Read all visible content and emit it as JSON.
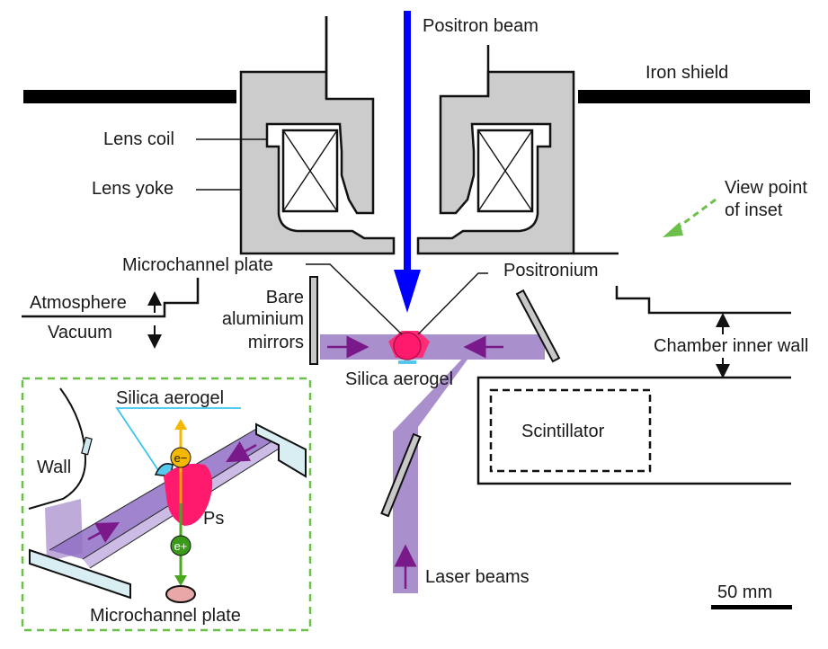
{
  "diagram": {
    "title": "Positronium laser cooling experimental setup",
    "labels": {
      "positron_beam": "Positron beam",
      "iron_shield": "Iron shield",
      "lens_coil": "Lens coil",
      "lens_yoke": "Lens yoke",
      "view_point": [
        "View point",
        "of inset"
      ],
      "microchannel_plate": "Microchannel plate",
      "positronium": "Positronium",
      "atmosphere": "Atmosphere",
      "vacuum": "Vacuum",
      "bare_mirrors": [
        "Bare",
        "aluminium",
        "mirrors"
      ],
      "chamber_inner_wall": "Chamber inner wall",
      "silica_aerogel": "Silica aerogel",
      "scintillator": "Scintillator",
      "laser_beams": "Laser beams",
      "scale_bar": "50 mm"
    },
    "inset": {
      "silica_aerogel": "Silica aerogel",
      "wall": "Wall",
      "ps": "Ps",
      "electron": "e−",
      "positron": "e+",
      "microchannel_plate": "Microchannel plate"
    },
    "colors": {
      "positron_beam": "#0000ff",
      "laser": "#a98fcc",
      "laser_arrow": "#7a1a8a",
      "positronium": "#ff1a6e",
      "aerogel": "#55c8ee",
      "yoke": "#cccccc",
      "inset_border": "#6cc04a",
      "electron": "#f5b800",
      "positron": "#3a9a1a",
      "mcp": "#e8a8a8"
    }
  }
}
